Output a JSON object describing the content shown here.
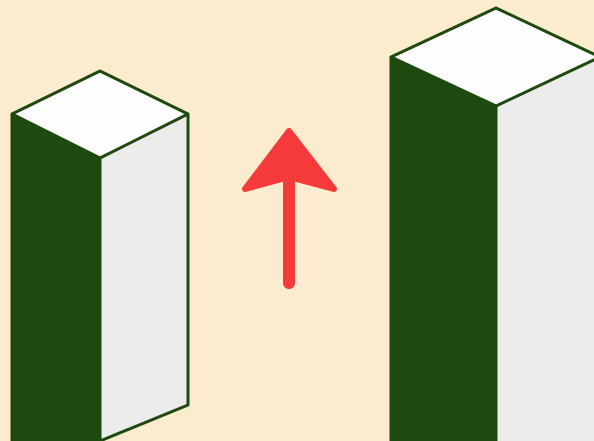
{
  "colors": {
    "background": "#fbebcf",
    "box_dark_face": "#1f4a0f",
    "box_top_face": "#fdfdfd",
    "box_light_face": "#ececec",
    "box_outline": "#1f4a0f",
    "arrow": "#f43a3a"
  },
  "diagram": {
    "boxes": [
      {
        "name": "short-box",
        "relative_height": "shorter"
      },
      {
        "name": "tall-box",
        "relative_height": "taller"
      }
    ],
    "arrow": {
      "direction": "up"
    }
  }
}
